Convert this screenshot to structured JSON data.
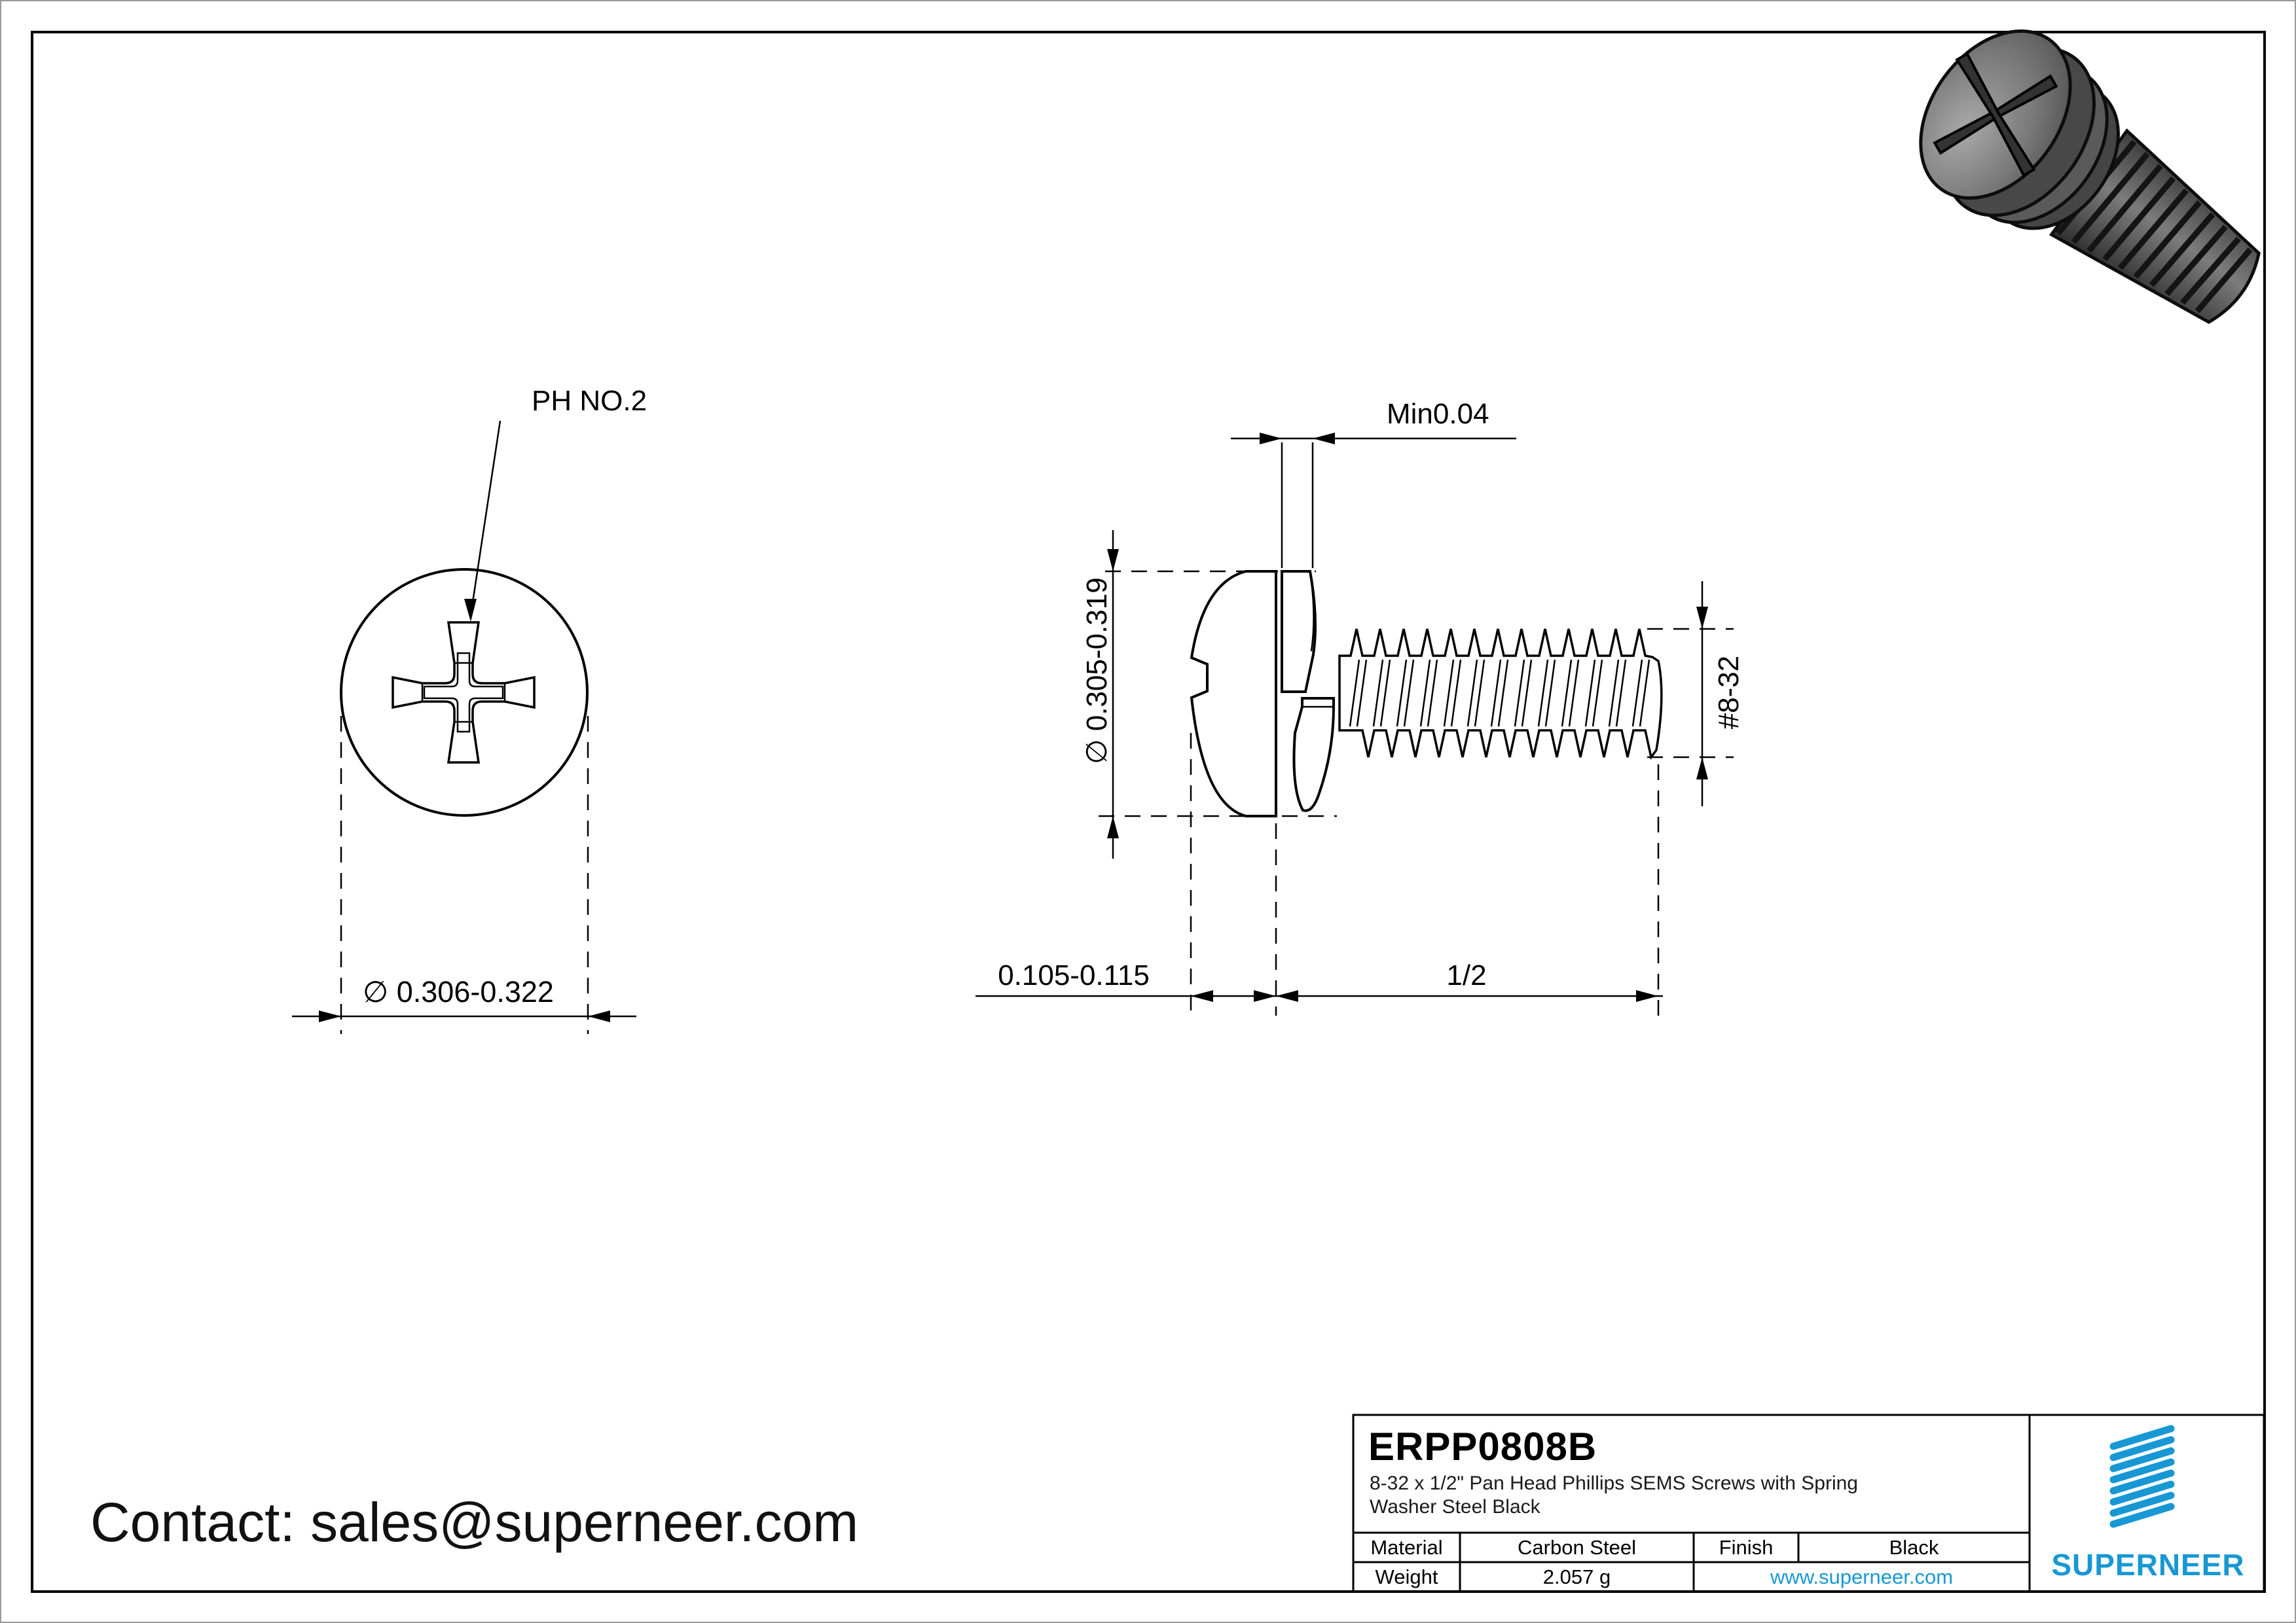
{
  "drawing": {
    "front_view": {
      "recess_label": "PH NO.2",
      "head_diameter_label": "∅ 0.306-0.322"
    },
    "side_view": {
      "washer_thickness_label": "Min0.04",
      "head_diameter_label": "∅ 0.305-0.319",
      "thread_size_label": "#8-32",
      "head_height_label": "0.105-0.115",
      "thread_length_label": "1/2"
    }
  },
  "contact": {
    "text": "Contact: sales@superneer.com"
  },
  "title_block": {
    "part_number": "ERPP0808B",
    "description_line1": "8-32 x 1/2\" Pan Head Phillips SEMS Screws with Spring",
    "description_line2": "Washer Steel Black",
    "material_label": "Material",
    "material_value": "Carbon Steel",
    "finish_label": "Finish",
    "finish_value": "Black",
    "weight_label": "Weight",
    "weight_value": "2.057 g",
    "website": "www.superneer.com",
    "brand": "SUPERNEER"
  },
  "colors": {
    "accent": "#1798d4",
    "line": "#000000"
  }
}
